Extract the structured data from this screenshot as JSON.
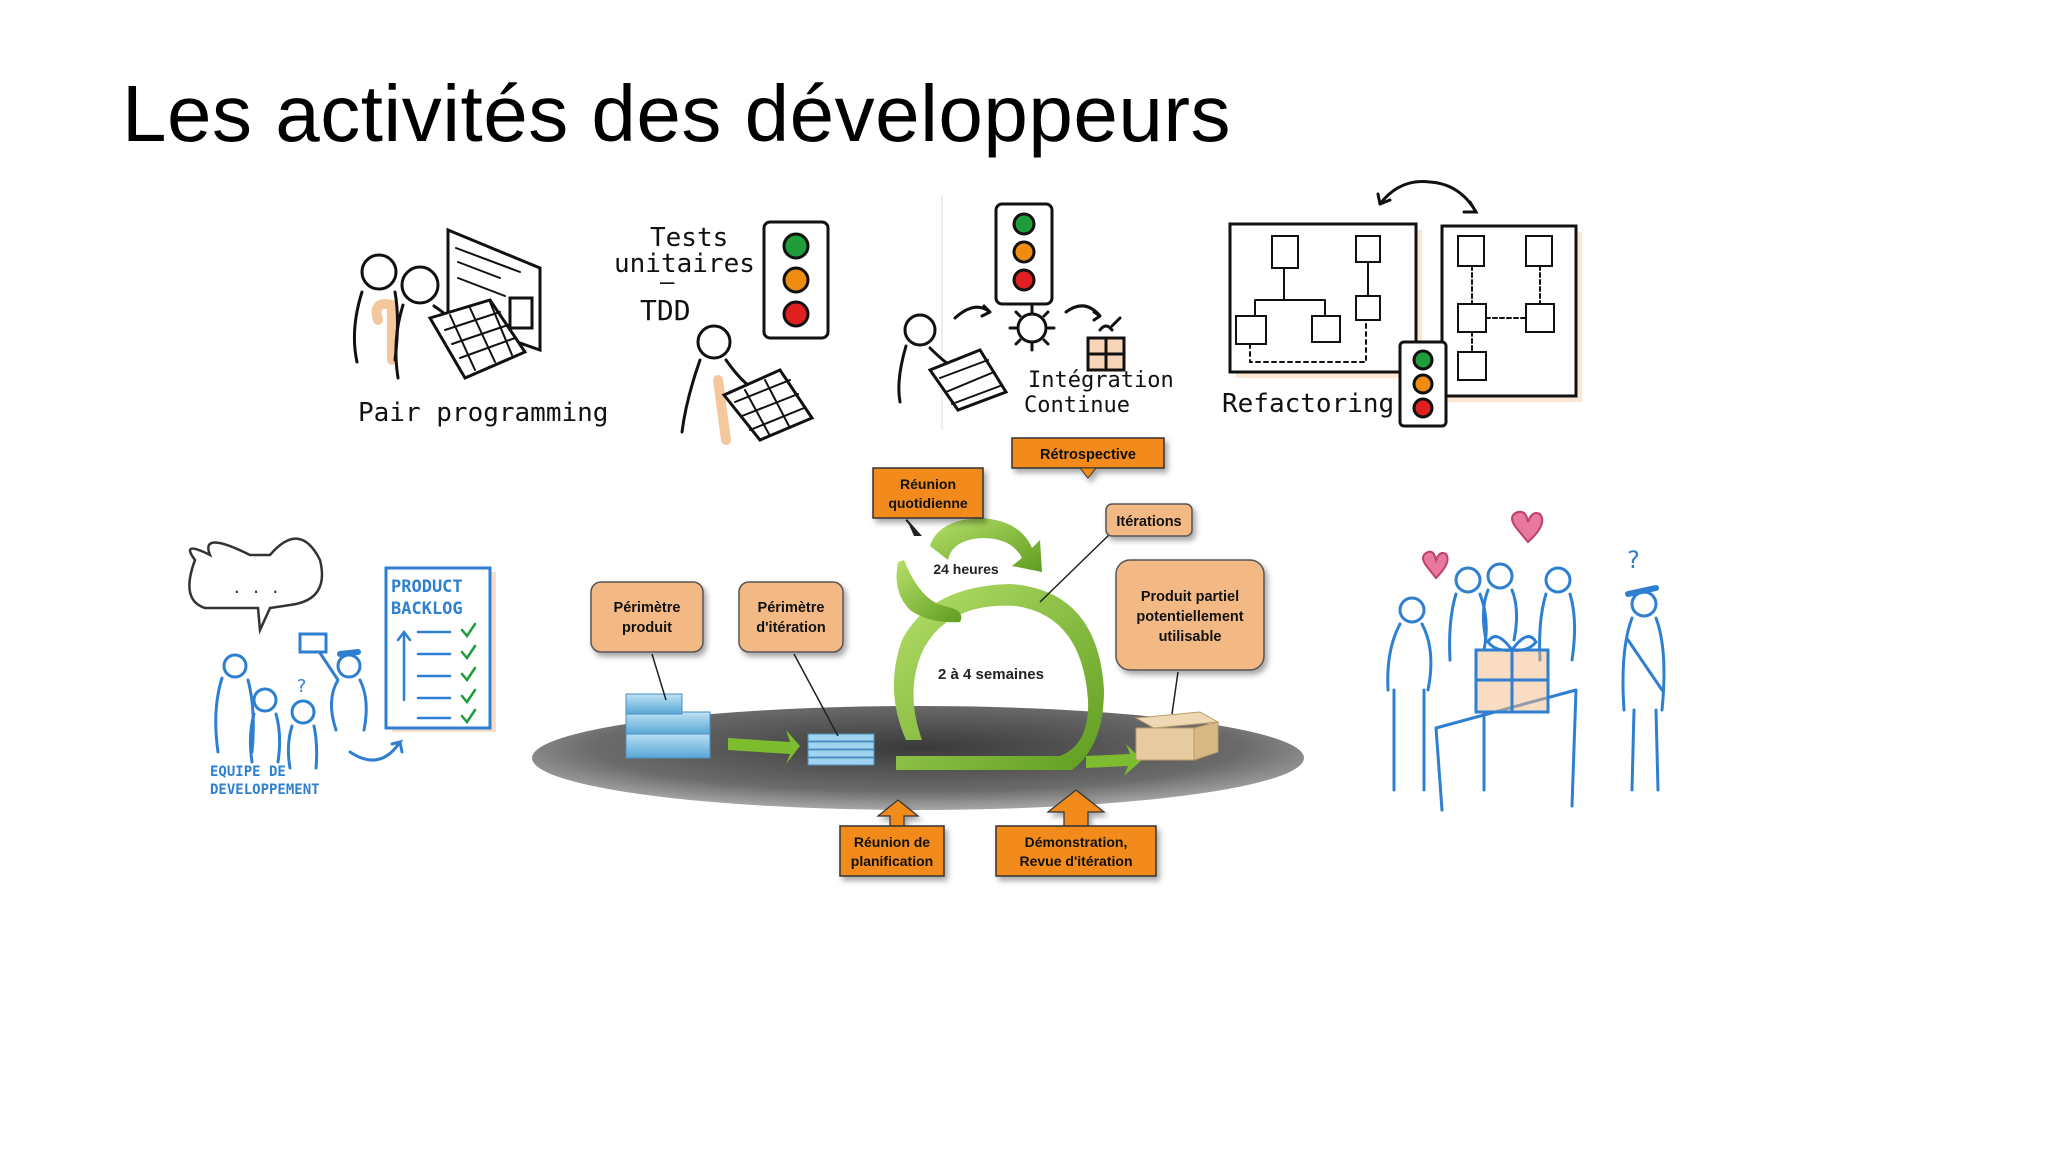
{
  "slide": {
    "title": "Les activités des développeurs"
  },
  "sketches": {
    "pair_programming": "Pair programming",
    "tests": {
      "line1": "Tests",
      "line2": "unitaires",
      "dash": "–",
      "line3": "TDD"
    },
    "integration": {
      "line1": "Intégration",
      "line2": "Continue"
    },
    "refactoring": "Refactoring",
    "team": {
      "bubble": ". . .",
      "backlog1": "PRODUCT",
      "backlog2": "BACKLOG",
      "team1": "EQUIPE DE",
      "team2": "DEVELOPPEMENT",
      "question": "?"
    },
    "customers": {
      "question": "?"
    }
  },
  "scrum": {
    "perimetre_produit": {
      "l1": "Périmètre",
      "l2": "produit"
    },
    "perimetre_iteration": {
      "l1": "Périmètre",
      "l2": "d'itération"
    },
    "reunion_quotidienne": {
      "l1": "Réunion",
      "l2": "quotidienne"
    },
    "retrospective": "Rétrospective",
    "iterations": "Itérations",
    "produit_partiel": {
      "l1": "Produit partiel",
      "l2": "potentiellement",
      "l3": "utilisable"
    },
    "reunion_planification": {
      "l1": "Réunion de",
      "l2": "planification"
    },
    "demonstration": {
      "l1": "Démonstration,",
      "l2": "Revue d'itération"
    },
    "cycle_24h": "24 heures",
    "cycle_weeks": "2 à 4 semaines"
  },
  "colors": {
    "orange": "#f28a1c",
    "salmon": "#f3b985",
    "green": "#7dbb2f",
    "blue": "#2f7fd1",
    "signal_green": "#1f9d3a",
    "signal_orange": "#f08c10",
    "signal_red": "#e02020"
  }
}
